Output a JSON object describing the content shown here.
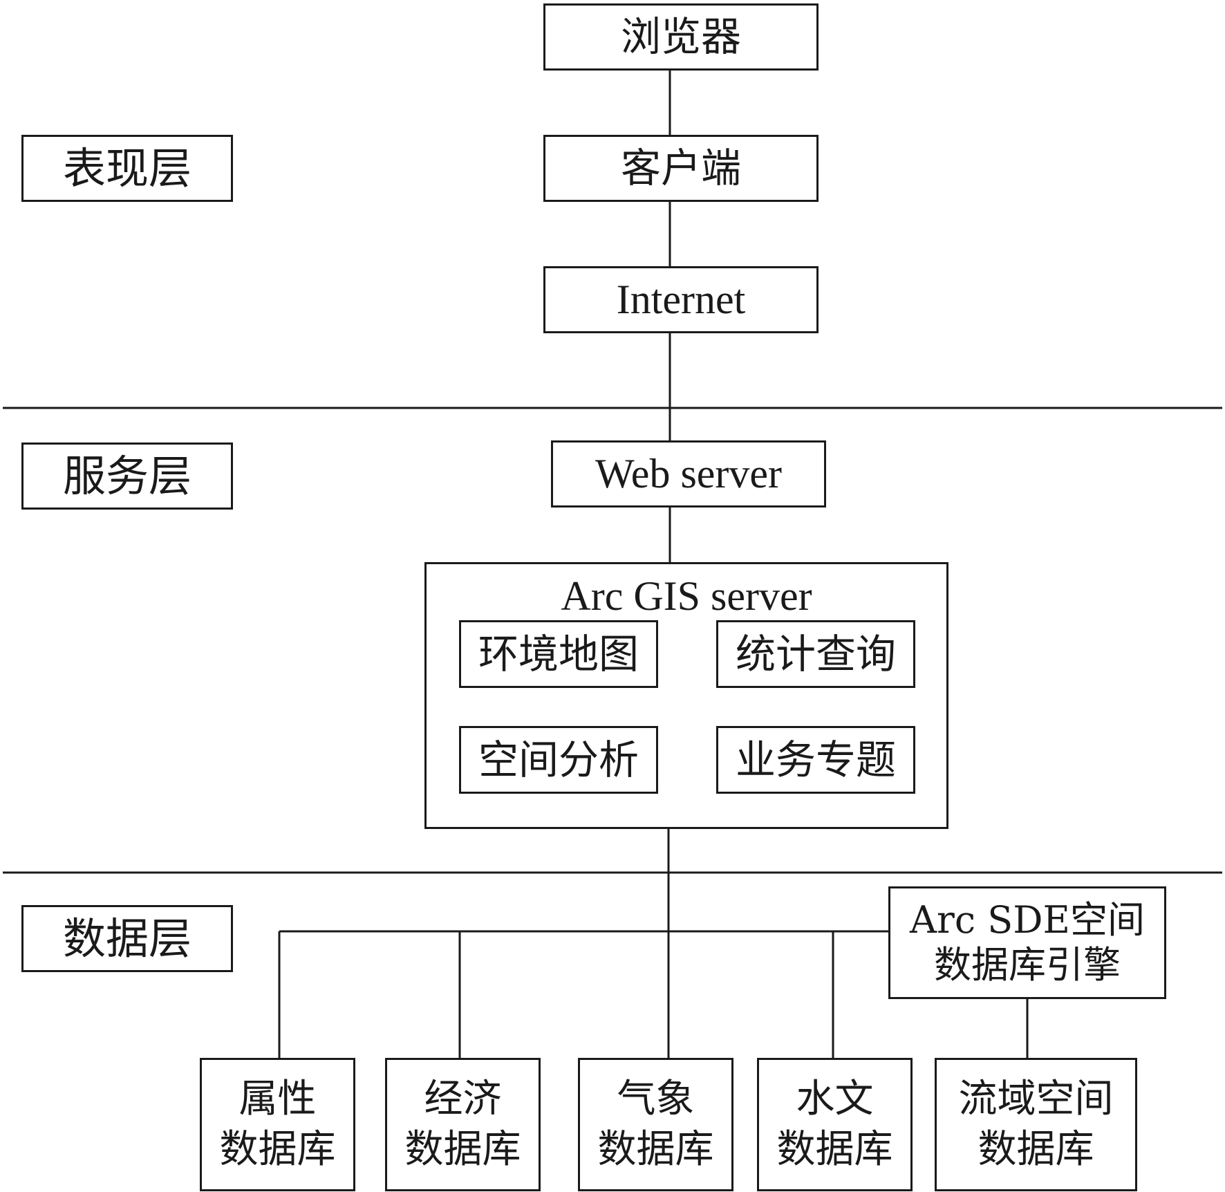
{
  "layers": {
    "presentation": "表现层",
    "service": "服务层",
    "data": "数据层"
  },
  "presentation_nodes": {
    "browser": "浏览器",
    "client": "客户端",
    "internet": "Internet"
  },
  "service_nodes": {
    "web_server": "Web server",
    "arcgis_server": {
      "title": "Arc GIS server",
      "modules": [
        "环境地图",
        "统计查询",
        "空间分析",
        "业务专题"
      ]
    }
  },
  "data_nodes": {
    "sde_engine": "Arc SDE空间\n数据库引擎",
    "databases": [
      "属性\n数据库",
      "经济\n数据库",
      "气象\n数据库",
      "水文\n数据库",
      "流域空间\n数据库"
    ]
  },
  "colors": {
    "line": "#1a1a1a",
    "background": "#ffffff"
  }
}
